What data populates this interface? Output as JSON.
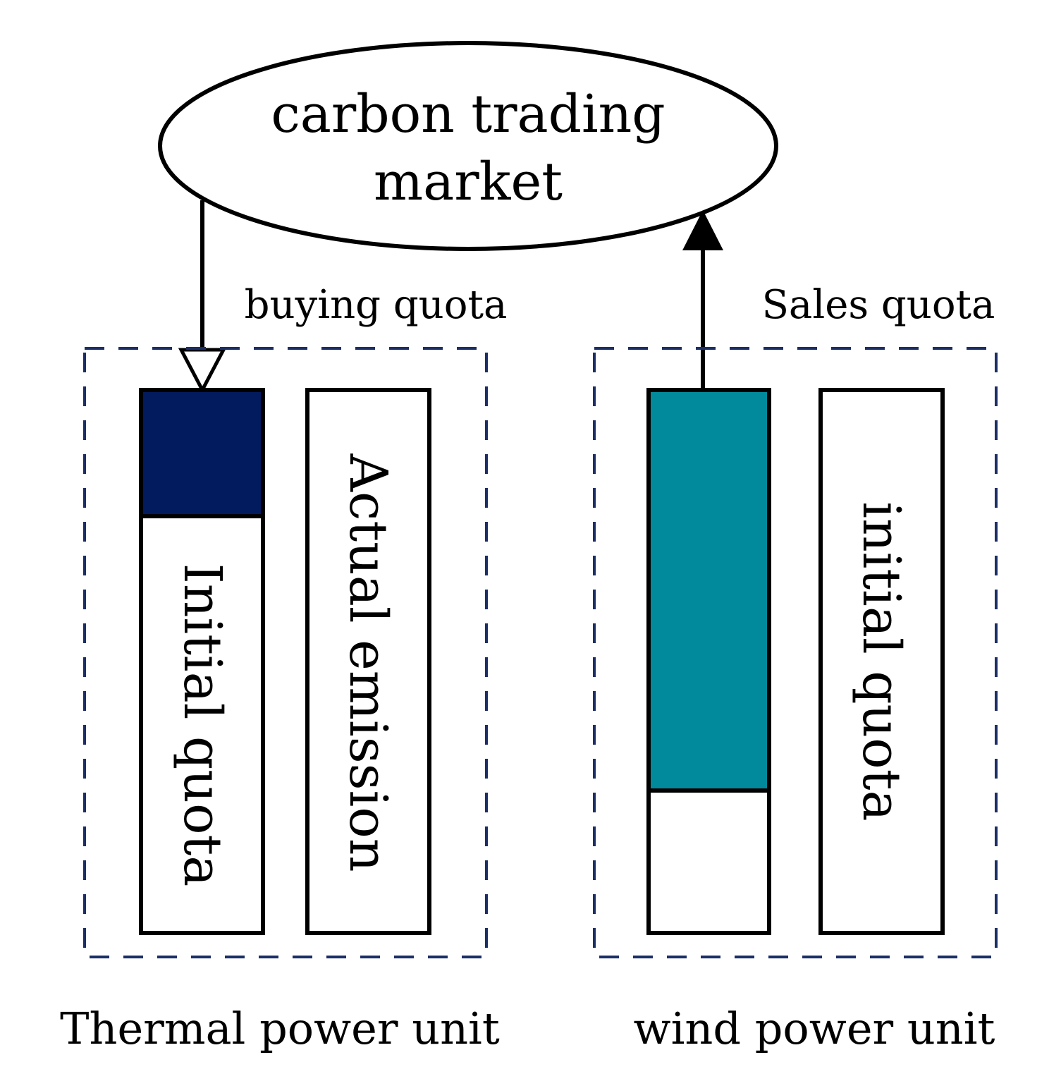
{
  "market": {
    "line1": "carbon trading",
    "line2": "market"
  },
  "arrows": {
    "buy_label": "buying quota",
    "sell_label": "Sales quota"
  },
  "thermal_unit": {
    "caption": "Thermal power unit",
    "initial_quota_label": "Initial quota",
    "actual_emission_label": "Actual emission",
    "fill_color": "#021a5e"
  },
  "wind_unit": {
    "caption": "wind power unit",
    "initial_quota_label": "initial quota",
    "fill_color": "#008a9c"
  },
  "colors": {
    "dashed_border": "#1b2f66",
    "stroke": "#000000"
  }
}
